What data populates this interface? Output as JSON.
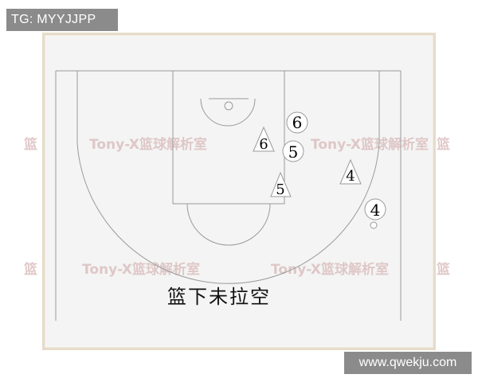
{
  "overlay": {
    "top_left_tag": "TG: MYYJJPP",
    "bottom_right_site": "www.qwekju.com"
  },
  "diagram": {
    "caption": "篮下未拉空",
    "watermark_text": "Tony-X篮球解析室",
    "players": [
      {
        "shape": "circle",
        "label": "6"
      },
      {
        "shape": "triangle",
        "label": "6"
      },
      {
        "shape": "circle",
        "label": "5"
      },
      {
        "shape": "triangle",
        "label": "5"
      },
      {
        "shape": "triangle",
        "label": "4"
      },
      {
        "shape": "circle",
        "label": "4"
      }
    ],
    "colors": {
      "frame": "#e6dcc8",
      "panel": "#f4f4f4",
      "lines": "#9a9a9a",
      "watermark": "#d8b8b8",
      "badge": "#8b8b8b"
    }
  }
}
